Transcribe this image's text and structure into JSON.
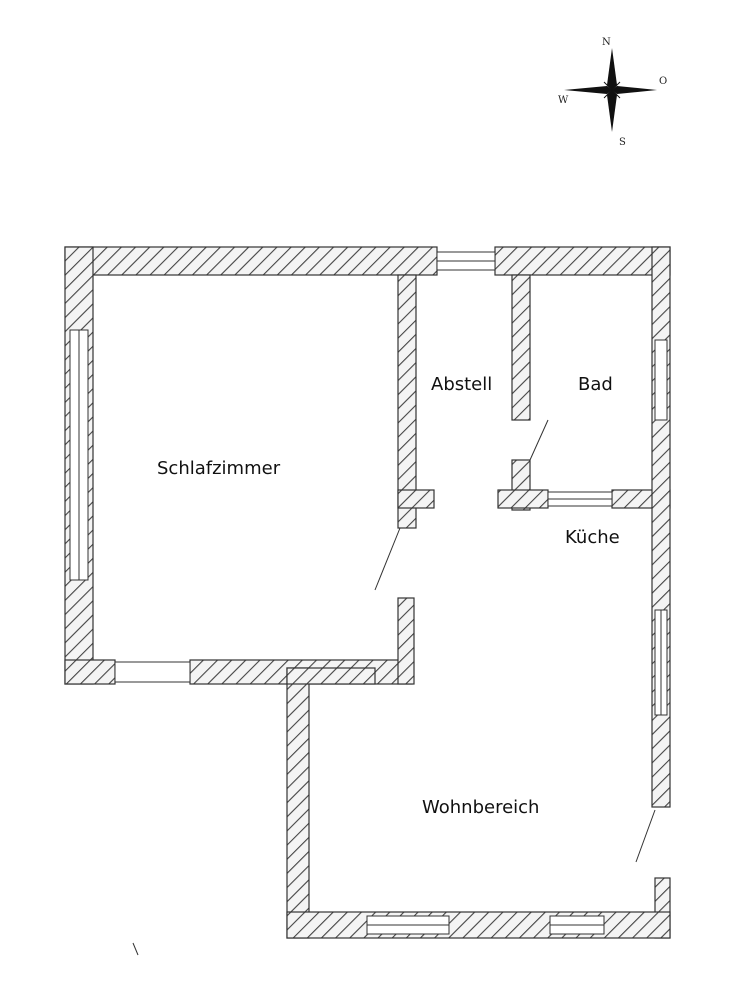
{
  "compass": {
    "north": "N",
    "east": "O",
    "south": "S",
    "west": "W"
  },
  "rooms": {
    "schlafzimmer": "Schlafzimmer",
    "abstell": "Abstell",
    "bad": "Bad",
    "kueche": "Küche",
    "wohnbereich": "Wohnbereich"
  },
  "colors": {
    "wall_outline": "#333333",
    "hatch": "#444444",
    "background": "#ffffff"
  }
}
